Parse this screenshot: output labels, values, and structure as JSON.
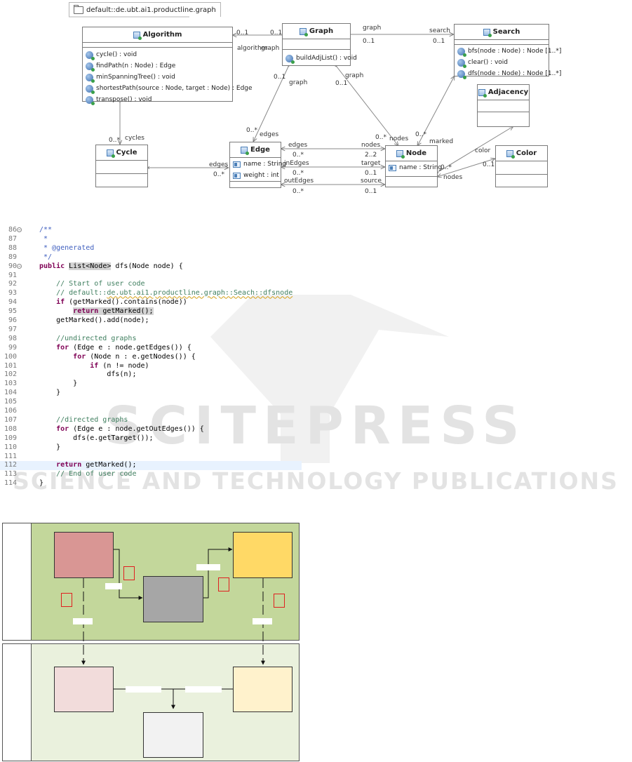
{
  "package_tab": {
    "label": "default::de.ubt.ai1.productline.graph"
  },
  "uml": {
    "algorithm": {
      "name": "Algorithm",
      "operations": [
        "cycle() : void",
        "findPath(n  : Node) : Edge",
        "minSpanningTree() : void",
        "shortestPath(source : Node, target : Node) : Edge",
        "transpose() : void"
      ]
    },
    "graph": {
      "name": "Graph",
      "operations": [
        "buildAdjList() : void"
      ]
    },
    "search": {
      "name": "Search",
      "operations": [
        "bfs(node : Node) : Node [1..*]",
        "clear() : void",
        "dfs(node : Node) : Node [1..*]"
      ]
    },
    "adjacency": {
      "name": "Adjacency"
    },
    "cycle": {
      "name": "Cycle"
    },
    "edge": {
      "name": "Edge",
      "attributes": [
        "name : String",
        "weight : int"
      ]
    },
    "node": {
      "name": "Node",
      "attributes": [
        "name : String"
      ]
    },
    "color": {
      "name": "Color"
    },
    "labels": {
      "alg_graph_mult_left": "0..1",
      "alg_graph_mult_right": "0..1",
      "alg_graph_role_algorithm": "algorithm",
      "alg_graph_role_graph": "graph",
      "graph_search_role_graph": "graph",
      "graph_search_mult_graph": "0..1",
      "graph_search_role_search": "search",
      "graph_search_mult_search": "0..1",
      "graph_edge_mult": "0..1",
      "graph_edge_role": "graph",
      "graph_edge_mult_edges": "0..*",
      "graph_edge_role_edges": "edges",
      "graph_node_mult": "0..1",
      "graph_node_role": "graph",
      "graph_node_mult_nodes": "0..*",
      "graph_node_role_nodes": "nodes",
      "search_node_mult": "0..*",
      "search_node_role": "marked",
      "alg_cycle_mult": "0..*",
      "alg_cycle_role": "cycles",
      "cycle_edge_role": "edges",
      "cycle_edge_mult": "0..*",
      "edge_node_edges": "edges",
      "edge_node_edges_mult": "0..*",
      "edge_node_nodes": "nodes",
      "edge_node_nodes_mult": "2..2",
      "edge_node_inedges": "inEdges",
      "edge_node_inedges_mult": "0..*",
      "edge_node_target": "target",
      "edge_node_target_mult": "0..1",
      "edge_node_outedges": "outEdges",
      "edge_node_outedges_mult": "0..*",
      "edge_node_source": "source",
      "edge_node_source_mult": "0..1",
      "node_color_role": "color",
      "node_color_mult": "0..1",
      "node_color_nodes": "nodes",
      "node_color_nodes_mult": "0..*"
    }
  },
  "code": {
    "lines": [
      {
        "n": "86",
        "t": "/**"
      },
      {
        "n": "87",
        "t": " *"
      },
      {
        "n": "88",
        "t": " * @generated"
      },
      {
        "n": "89",
        "t": " */"
      },
      {
        "n": "90",
        "t": "public List<Node> dfs(Node node) {"
      },
      {
        "n": "91",
        "t": ""
      },
      {
        "n": "92",
        "t": "    // Start of user code"
      },
      {
        "n": "93",
        "t": "    // default::de.ubt.ai1.productline.graph::Seach::dfsnode"
      },
      {
        "n": "94",
        "t": "    if (getMarked().contains(node))"
      },
      {
        "n": "95",
        "t": "        return getMarked();"
      },
      {
        "n": "96",
        "t": "    getMarked().add(node);"
      },
      {
        "n": "97",
        "t": ""
      },
      {
        "n": "98",
        "t": "    //undirected graphs"
      },
      {
        "n": "99",
        "t": "    for (Edge e : node.getEdges()) {"
      },
      {
        "n": "100",
        "t": "        for (Node n : e.getNodes()) {"
      },
      {
        "n": "101",
        "t": "            if (n != node)"
      },
      {
        "n": "102",
        "t": "                dfs(n);"
      },
      {
        "n": "103",
        "t": "        }"
      },
      {
        "n": "104",
        "t": "    }"
      },
      {
        "n": "105",
        "t": ""
      },
      {
        "n": "106",
        "t": ""
      },
      {
        "n": "107",
        "t": "    //directed graphs"
      },
      {
        "n": "108",
        "t": "    for (Edge e : node.getOutEdges()) {"
      },
      {
        "n": "109",
        "t": "        dfs(e.getTarget());"
      },
      {
        "n": "110",
        "t": "    }"
      },
      {
        "n": "111",
        "t": ""
      },
      {
        "n": "112",
        "t": "    return getMarked();"
      },
      {
        "n": "113",
        "t": "    // End of user code"
      },
      {
        "n": "114",
        "t": "}"
      }
    ]
  },
  "watermark": {
    "line1": "SCITEPRESS",
    "line2": "SCIENCE AND TECHNOLOGY PUBLICATIONS"
  },
  "colors": {
    "lane_top_bg": "#c3d79b",
    "lane_bottom_bg": "#eaf1dd",
    "box_red": "#d99694",
    "box_grey": "#a6a6a6",
    "box_yellow": "#ffd966",
    "box_light_red": "#f2dcdb",
    "box_light_yellow": "#fff2cc",
    "box_light_grey": "#f2f2f2",
    "marker_red": "#e02020"
  }
}
